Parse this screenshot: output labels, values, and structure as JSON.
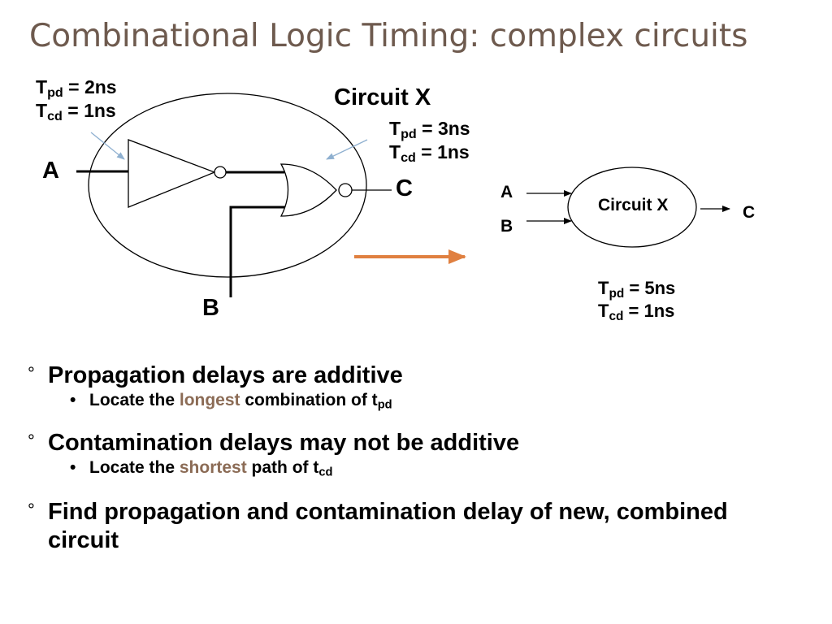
{
  "slide": {
    "title": "Combinational Logic Timing: complex circuits"
  },
  "colors": {
    "title": "#6e5a4e",
    "accent_text": "#8b6b55",
    "arrow": "#e08040",
    "pointer": "#8fb0d0"
  },
  "left_circuit": {
    "input_a": "A",
    "input_b": "B",
    "output_c": "C",
    "circuit_name": "Circuit X",
    "inverter_timing": {
      "tpd_sym": "T",
      "tpd_sub": "pd",
      "tpd_val": " = 2ns",
      "tcd_sym": "T",
      "tcd_sub": "cd",
      "tcd_val": " = 1ns"
    },
    "nor_timing": {
      "tpd_sym": "T",
      "tpd_sub": "pd",
      "tpd_val": " = 3ns",
      "tcd_sym": "T",
      "tcd_sub": "cd",
      "tcd_val": " = 1ns"
    }
  },
  "right_circuit": {
    "input_a": "A",
    "input_b": "B",
    "output_c": "C",
    "circuit_name": "Circuit X",
    "timing": {
      "tpd_sym": "T",
      "tpd_sub": "pd",
      "tpd_val": " = 5ns",
      "tcd_sym": "T",
      "tcd_sub": "cd",
      "tcd_val": " = 1ns"
    }
  },
  "bullets": [
    {
      "mark": "°",
      "text": "Propagation delays are additive",
      "sub": {
        "pre": "Locate the ",
        "accent": "longest",
        "post": " combination of t",
        "subscript": "pd"
      }
    },
    {
      "mark": "°",
      "text": "Contamination delays may not be additive",
      "sub": {
        "pre": "Locate the ",
        "accent": "shortest",
        "post": " path of t",
        "subscript": "cd"
      }
    },
    {
      "mark": "°",
      "text": "Find propagation and contamination delay of new, combined circuit"
    }
  ]
}
